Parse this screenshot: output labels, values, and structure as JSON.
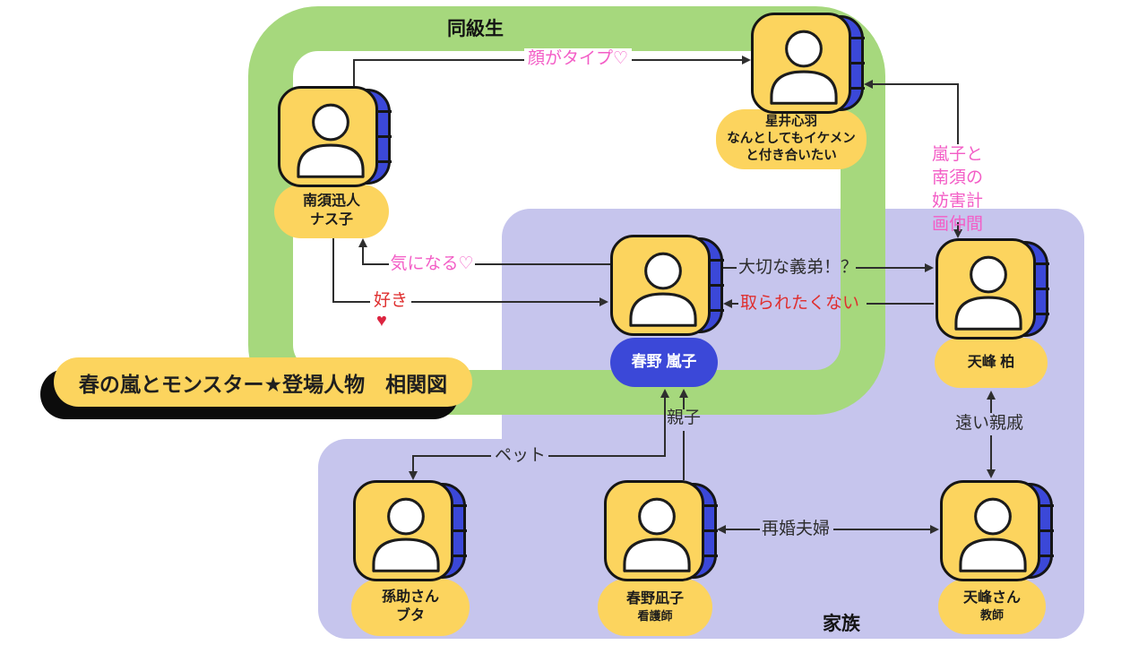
{
  "title": {
    "text": "春の嵐とモンスター★登場人物　相関図"
  },
  "groups": {
    "classmates": "同級生",
    "family": "家族"
  },
  "characters": [
    {
      "name": "南須迅人",
      "sub": "ナス子"
    },
    {
      "name": "星井心羽",
      "sub": "なんとしてもイケメン",
      "sub2": "と付き合いたい"
    },
    {
      "name": "春野 嵐子"
    },
    {
      "name": "天峰 柏"
    },
    {
      "name": "孫助さん",
      "sub": "ブタ"
    },
    {
      "name": "春野凪子",
      "sub": "看護師"
    },
    {
      "name": "天峰さん",
      "sub": "教師"
    }
  ],
  "relations": {
    "kao": {
      "label": "顔がタイプ♡"
    },
    "kini": {
      "label": "気になる♡"
    },
    "suki": {
      "label": "好き"
    },
    "gitei": {
      "label": "大切な義弟！？"
    },
    "torare": {
      "label": "取られたくない"
    },
    "bougai": {
      "lines": [
        "嵐子と",
        "南須の",
        "妨害計",
        "画仲間"
      ]
    },
    "pet": {
      "label": "ペット"
    },
    "oyako": {
      "label": "親子"
    },
    "saikon": {
      "label": "再婚夫婦"
    },
    "tooi": {
      "label": "遠い親戚"
    }
  },
  "icons": {
    "heart": "♥"
  },
  "colors": {
    "green_border": "#a6d87d",
    "purple_panel": "#c6c5ed",
    "card_yellow": "#fcd45e",
    "card_blue": "#3b48d8",
    "pink_text": "#f35dc6",
    "red_text": "#df2f2f",
    "line": "#2e2e2e",
    "title_shadow": "#0c0c0c"
  }
}
